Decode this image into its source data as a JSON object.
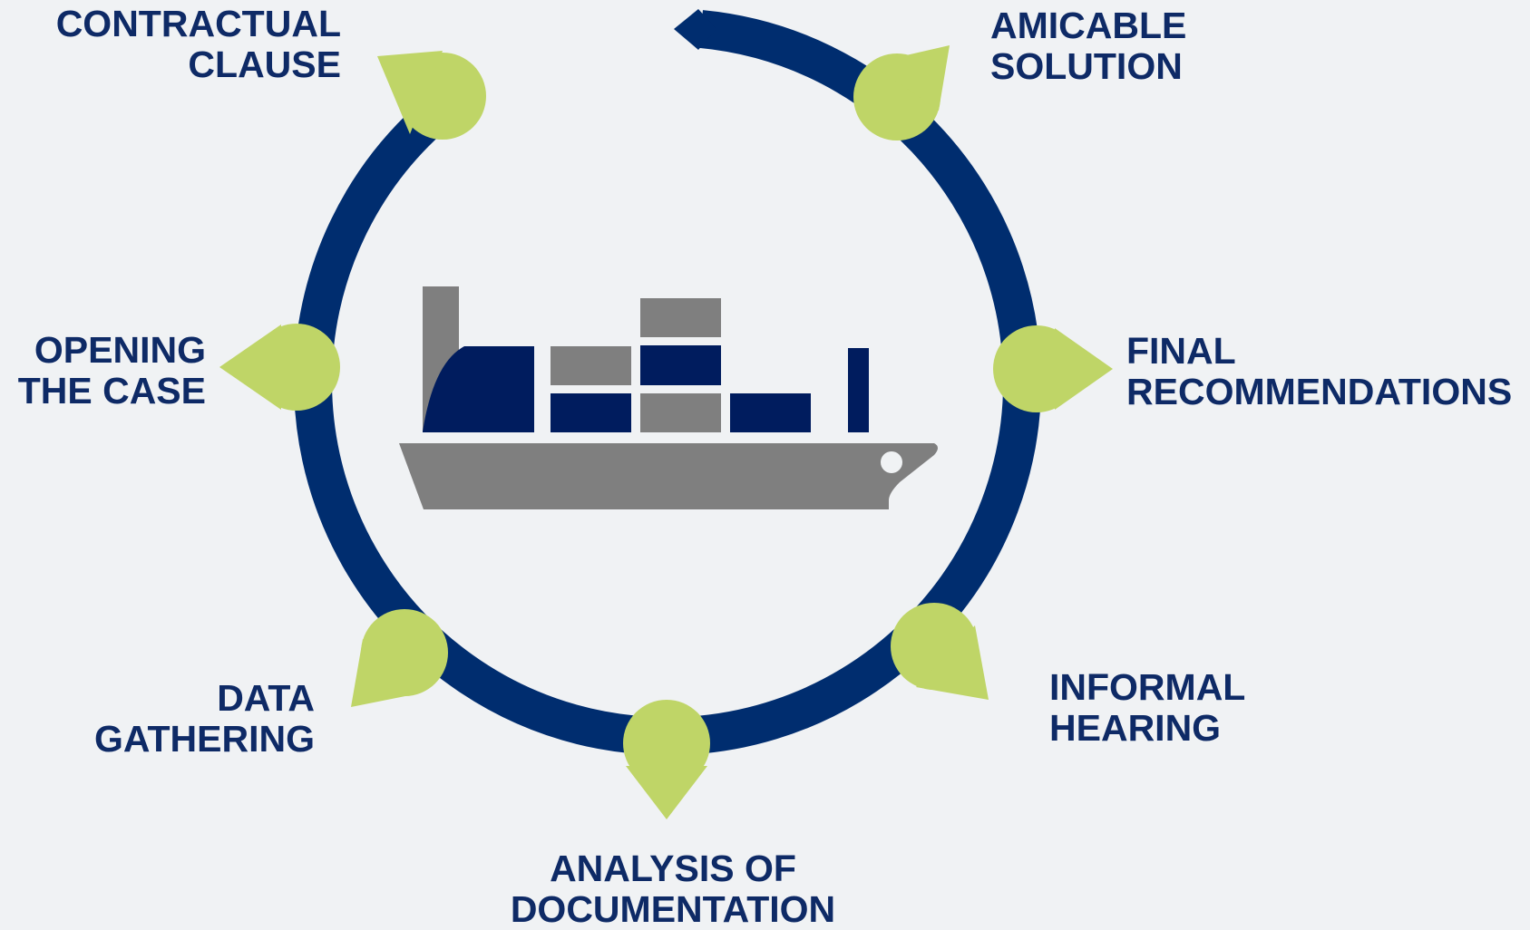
{
  "colors": {
    "background": "#f0f2f4",
    "ring": "#002d6f",
    "marker": "#bfd567",
    "text": "#0e2a66",
    "ship_gray": "#7f7f7f",
    "ship_navy": "#001c5e"
  },
  "center_icon": "container-ship-icon",
  "steps": [
    {
      "line1": "CONTRACTUAL",
      "line2": "CLAUSE"
    },
    {
      "line1": "AMICABLE",
      "line2": "SOLUTION"
    },
    {
      "line1": "FINAL",
      "line2": "RECOMMENDATIONS"
    },
    {
      "line1": "INFORMAL",
      "line2": "HEARING"
    },
    {
      "line1": "ANALYSIS OF",
      "line2": "DOCUMENTATION"
    },
    {
      "line1": "DATA",
      "line2": "GATHERING"
    },
    {
      "line1": "OPENING",
      "line2": "THE CASE"
    }
  ]
}
